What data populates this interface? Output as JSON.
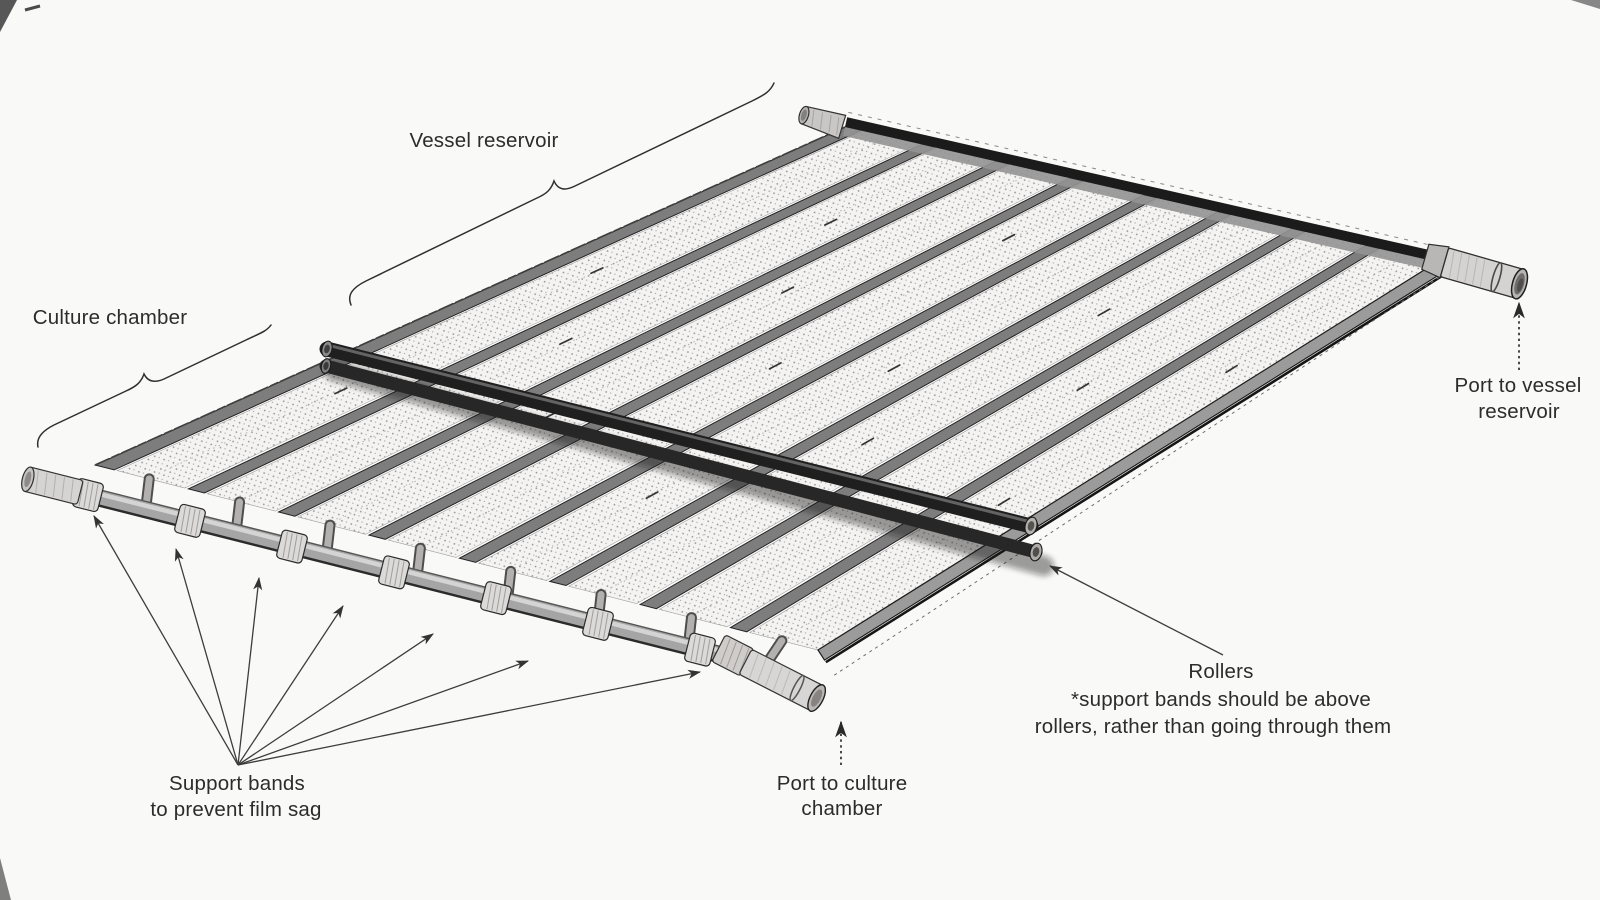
{
  "figure": {
    "subject": "Roller-mixed film culture vessel diagram",
    "background_color": "#f9f9f7",
    "ink_color": "#2c2c2c",
    "film_fill": "#f4f3f1",
    "film_dot_color": "#8f9094",
    "shadow_stripe_color": "#7d7d7d",
    "edge_color": "#1b1b1b",
    "roller_color": "#1f1f1f",
    "hardware_color": "#d6d4d2"
  },
  "labels": {
    "vessel_reservoir": "Vessel reservoir",
    "culture_chamber": "Culture chamber",
    "support_bands": {
      "line1": "Support bands",
      "line2": "to prevent film sag"
    },
    "port_culture": {
      "line1": "Port to culture",
      "line2": "chamber"
    },
    "rollers": {
      "line1": "Rollers",
      "line2": "*support bands should be above",
      "line3": "rollers, rather than going through them"
    },
    "port_vessel": {
      "line1": "Port to vessel",
      "line2": "reservoir"
    }
  }
}
